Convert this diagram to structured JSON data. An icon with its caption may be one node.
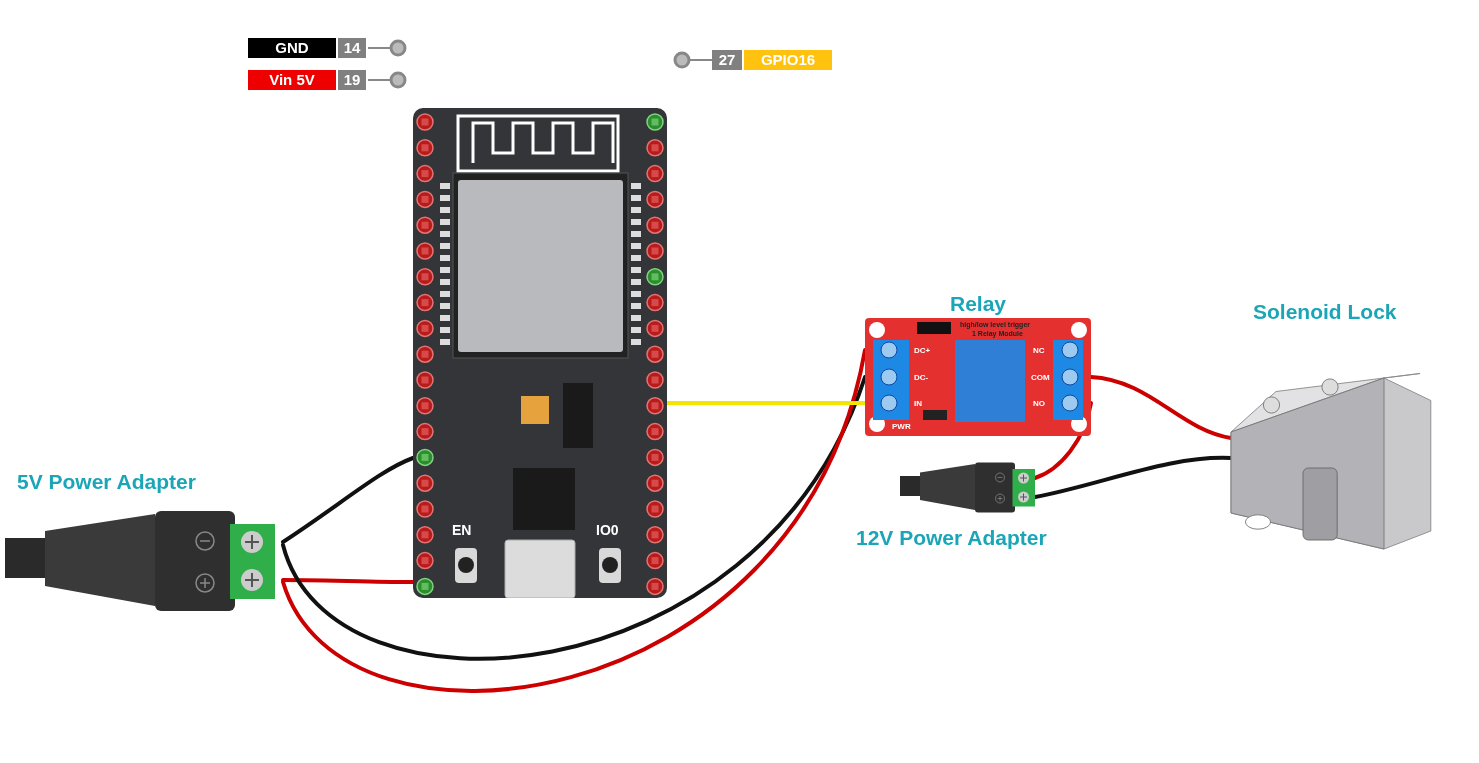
{
  "diagram": {
    "nodes": [
      {
        "text": [],
        "shape": "picture"
      },
      {
        "text": [
          "Relay"
        ]
      },
      {
        "text": [
          "Solenoid Lock"
        ]
      },
      {
        "text": [
          "5V Power Adapter"
        ]
      },
      {
        "text": [
          "12V Power Adapter"
        ]
      }
    ],
    "edges": [
      {
        "from": 3,
        "to": 0,
        "arrow": "none",
        "color": "#111111"
      },
      {
        "from": 3,
        "to": 0,
        "arrow": "none",
        "color": "#cc0000"
      },
      {
        "from": 3,
        "to": 1,
        "arrow": "none",
        "color": "#111111"
      },
      {
        "from": 3,
        "to": 1,
        "arrow": "none",
        "color": "#cc0000"
      },
      {
        "from": 0,
        "to": 1,
        "arrow": "none",
        "color": "#f2e600"
      },
      {
        "from": 1,
        "to": 2,
        "arrow": "none",
        "color": "#cc0000"
      },
      {
        "from": 1,
        "to": 4,
        "arrow": "none",
        "color": "#cc0000"
      },
      {
        "from": 4,
        "to": 2,
        "arrow": "none",
        "color": "#111111"
      }
    ],
    "labels": [
      "GND",
      "14",
      "Vin 5V",
      "19",
      "27",
      "GPIO16",
      "EN",
      "IO0",
      "high/low level trigger",
      "1 Relay Module",
      "DC+",
      "NC",
      "DC-",
      "COM",
      "IN",
      "NO",
      "PWR"
    ]
  }
}
